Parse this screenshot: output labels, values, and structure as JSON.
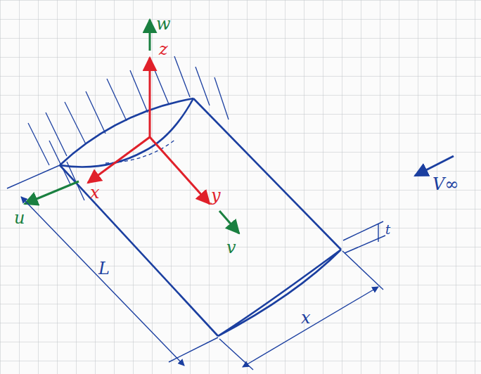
{
  "diagram": {
    "labels": [
      "w",
      "z",
      "x",
      "y",
      "u",
      "v",
      "V∞",
      "L",
      "t",
      "x"
    ]
  }
}
